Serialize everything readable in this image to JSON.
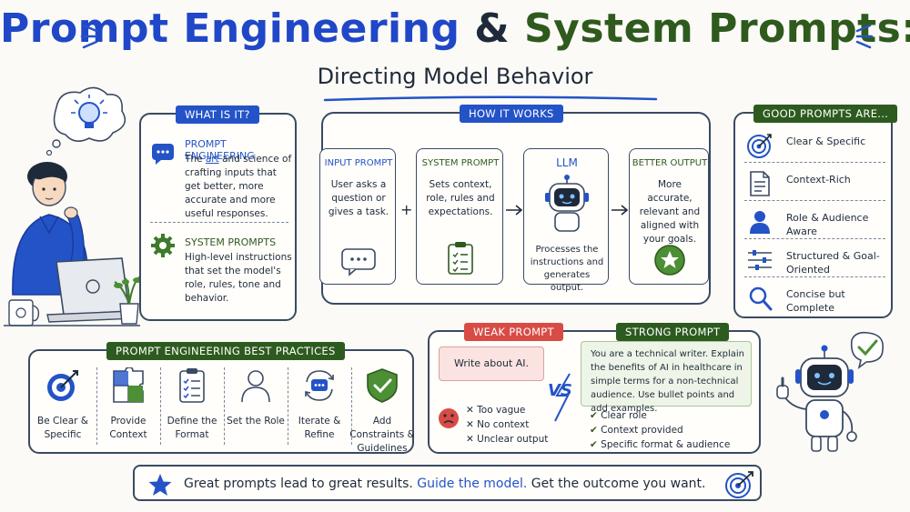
{
  "title": {
    "part1": "Prompt Engineering",
    "amp": " & ",
    "part2": "System Prompts:"
  },
  "subtitle": "Directing Model Behavior",
  "what": {
    "pill": "WHAT IS IT?",
    "pe_heading": "PROMPT ENGINEERING",
    "pe_pre": "The ",
    "pe_art": "art",
    "pe_body": " and science of crafting inputs that get better, more accurate and more useful responses.",
    "sp_heading": "SYSTEM PROMPTS",
    "sp_body": "High-level instructions that set the model's role, rules, tone and behavior."
  },
  "how": {
    "pill": "HOW IT WORKS",
    "input_title": "INPUT PROMPT",
    "input_body": "User asks a question or gives a task.",
    "plus": "+",
    "system_title": "SYSTEM PROMPT",
    "system_body": "Sets context, role, rules and expectations.",
    "llm_title": "LLM",
    "llm_body": "Processes the instructions and generates output.",
    "better_title": "BETTER OUTPUT",
    "better_body": "More accurate, relevant and aligned with your goals."
  },
  "good": {
    "pill": "GOOD PROMPTS ARE...",
    "items": [
      {
        "icon": "target-icon",
        "label": "Clear & Specific"
      },
      {
        "icon": "document-icon",
        "label": "Context-Rich"
      },
      {
        "icon": "person-icon",
        "label": "Role & Audience Aware"
      },
      {
        "icon": "sliders-icon",
        "label": "Structured & Goal-Oriented"
      },
      {
        "icon": "magnifier-icon",
        "label": "Concise but Complete"
      }
    ]
  },
  "best": {
    "pill": "PROMPT ENGINEERING BEST PRACTICES",
    "items": [
      {
        "icon": "target-icon",
        "label": "Be Clear & Specific"
      },
      {
        "icon": "puzzle-icon",
        "label": "Provide Context"
      },
      {
        "icon": "checklist-icon",
        "label": "Define the Format"
      },
      {
        "icon": "person-icon",
        "label": "Set the Role"
      },
      {
        "icon": "refresh-chat-icon",
        "label": "Iterate & Refine"
      },
      {
        "icon": "shield-check-icon",
        "label": "Add Constraints & Guidelines"
      }
    ]
  },
  "compare": {
    "weak_pill": "WEAK PROMPT",
    "strong_pill": "STRONG PROMPT",
    "weak_text": "Write about AI.",
    "weak_issues": [
      "Too vague",
      "No context",
      "Unclear output"
    ],
    "vs": "VS",
    "strong_text": "You are a technical writer. Explain the benefits of AI in healthcare in simple terms for a non-technical audience. Use bullet points and add examples.",
    "strong_points": [
      "Clear role",
      "Context provided",
      "Specific format & audience"
    ]
  },
  "banner": {
    "part1": "Great prompts lead to great results. ",
    "part2": "Guide the model.",
    "part3": " Get the outcome you want."
  },
  "colors": {
    "blue": "#2453c7",
    "green": "#2d5b1f",
    "red": "#d94b45",
    "ink": "#1e2a3a"
  }
}
